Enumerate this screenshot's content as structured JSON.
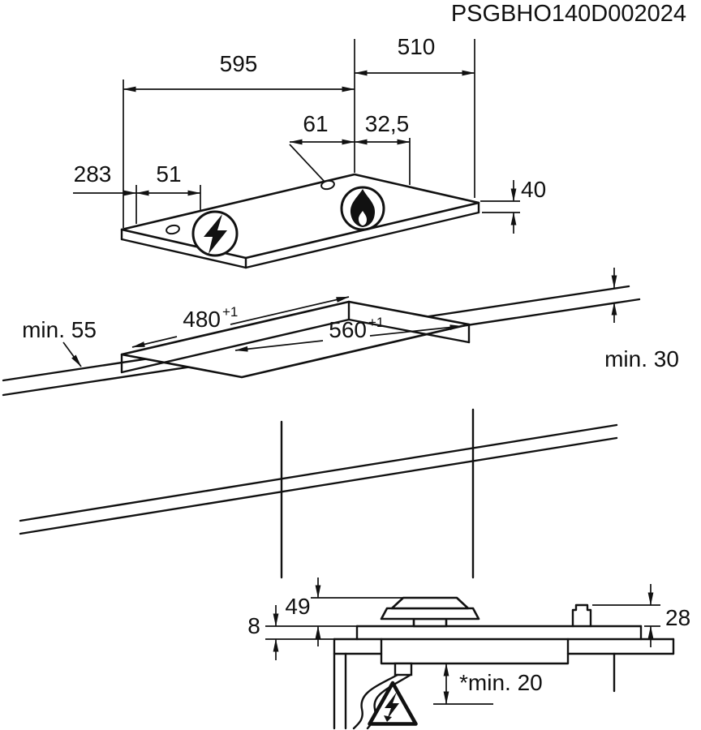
{
  "title_block": {
    "doc_code": "PSGBHO140D002024"
  },
  "appliance_view": {
    "dim_width": "595",
    "dim_depth": "510",
    "dim_burner_spacing": "61",
    "dim_burner_to_edge": "32,5",
    "dim_control_offset": "283",
    "dim_control_spacing": "51",
    "dim_height": "40"
  },
  "cutout_view": {
    "dim_front_clearance": "min. 55",
    "dim_cutout_depth": {
      "value": "480",
      "tol": "+1"
    },
    "dim_cutout_width": {
      "value": "560",
      "tol": "+1"
    },
    "dim_rear_clearance": "min. 30"
  },
  "section_view": {
    "dim_burner_height": "49",
    "dim_glass_height": "8",
    "dim_fitting_height": "28",
    "dim_below_clearance": "*min. 20"
  },
  "icons": {
    "electric_symbol": "lightning-bolt",
    "gas_symbol": "flame",
    "hazard_symbol": "lightning-warning-triangle"
  },
  "colors": {
    "line": "#111111",
    "background": "#ffffff"
  }
}
